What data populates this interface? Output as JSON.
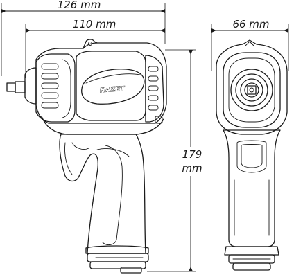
{
  "dimensions": {
    "overall_length": "126 mm",
    "body_length": "110 mm",
    "width": "66 mm",
    "height_value": "179",
    "height_unit": "mm"
  },
  "brand": {
    "logo_text": "HAZET"
  }
}
